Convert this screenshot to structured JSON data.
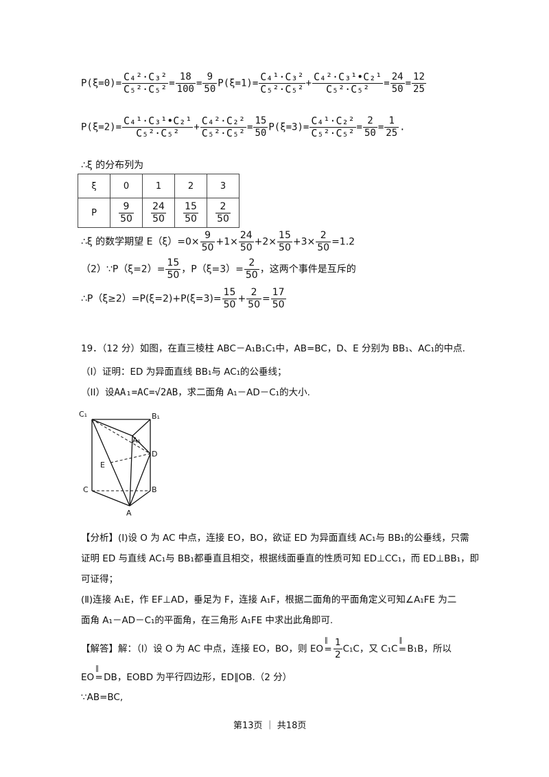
{
  "eq1": {
    "lhs": "P(ξ=0)=",
    "f1": {
      "n": "C₄²·C₃²",
      "d": "C₅²·C₅²"
    },
    "v1": "=",
    "r1": {
      "n": "18",
      "d": "100"
    },
    "v2": "=",
    "r2": {
      "n": "9",
      "d": "50"
    },
    "lhs2": "P(ξ=1)=",
    "f2": {
      "n": "C₄¹·C₃²",
      "d": "C₅²·C₅²"
    },
    "plus": "+",
    "f3": {
      "n": "C₄²·C₃¹•C₂¹",
      "d": "C₅²·C₅²"
    },
    "r3": {
      "n": "24",
      "d": "50"
    },
    "r4": {
      "n": "12",
      "d": "25"
    }
  },
  "eq2": {
    "lhs": "P(ξ=2)=",
    "f1": {
      "n": "C₄¹·C₃¹•C₂¹",
      "d": "C₅²·C₅²"
    },
    "plus": "+",
    "f2": {
      "n": "C₄²·C₂²",
      "d": "C₅²·C₅²"
    },
    "r1": {
      "n": "15",
      "d": "50"
    },
    "lhs2": "P(ξ=3)=",
    "f3": {
      "n": "C₄¹·C₂²",
      "d": "C₅²·C₅²"
    },
    "r2": {
      "n": "2",
      "d": "50"
    },
    "r3": {
      "n": "1",
      "d": "25"
    },
    "end": "."
  },
  "dist_heading": "∴ξ 的分布列为",
  "table": {
    "row1": [
      "ξ",
      "0",
      "1",
      "2",
      "3"
    ],
    "row2_label": "P",
    "row2": [
      {
        "n": "9",
        "d": "50"
      },
      {
        "n": "24",
        "d": "50"
      },
      {
        "n": "15",
        "d": "50"
      },
      {
        "n": "2",
        "d": "50"
      }
    ]
  },
  "expect": {
    "prefix": "∴ξ 的数学期望 E（ξ）=",
    "terms": [
      {
        "c": "0×",
        "n": "9",
        "d": "50"
      },
      {
        "c": "+1×",
        "n": "24",
        "d": "50"
      },
      {
        "c": "+2×",
        "n": "15",
        "d": "50"
      },
      {
        "c": "+3×",
        "n": "2",
        "d": "50"
      }
    ],
    "result": "=1.2"
  },
  "part2": {
    "prefix": "（2）∵P（ξ=2）=",
    "f1": {
      "n": "15",
      "d": "50"
    },
    "mid": "，P（ξ=3）=",
    "f2": {
      "n": "2",
      "d": "50"
    },
    "suffix": "，这两个事件是互斥的"
  },
  "part2b": {
    "prefix": "∴P（ξ≥2）=P(ξ=2)+P(ξ=3)=",
    "f1": {
      "n": "15",
      "d": "50"
    },
    "plus": "+",
    "f2": {
      "n": "2",
      "d": "50"
    },
    "eq": "=",
    "f3": {
      "n": "17",
      "d": "50"
    }
  },
  "q19": {
    "line1": "19．（12 分）如图，在直三棱柱 ABC－A₁B₁C₁中，AB=BC，D、E 分别为 BB₁、AC₁的中点.",
    "line2": "（I）证明：ED 为异面直线 BB₁与 AC₁的公垂线；",
    "line3_a": "（II）设",
    "line3_b": "AA₁=AC=√2AB",
    "line3_c": "，求二面角 A₁－AD－C₁的大小."
  },
  "figure_labels": {
    "C1": "C₁",
    "B1": "B₁",
    "A1": "A₁",
    "D": "D",
    "E": "E",
    "C": "C",
    "B": "B",
    "A": "A"
  },
  "analysis": {
    "l1": "【分析】(Ⅰ)设 O 为 AC 中点，连接 EO，BO，欲证 ED 为异面直线 AC₁与 BB₁的公垂线，只需",
    "l2": "证明 ED 与直线 AC₁与 BB₁都垂直且相交，根据线面垂直的性质可知 ED⊥CC₁，而 ED⊥BB₁，即",
    "l3": "可证得；",
    "l4": "(Ⅱ)连接 A₁E，作 EF⊥AD，垂足为 F，连接 A₁F，根据二面角的平面角定义可知∠A₁FE 为二",
    "l5": "面角 A₁－AD－C₁的平面角，在三角形 A₁FE 中求出此角即可."
  },
  "answer": {
    "l1a": "【解答】解：（Ⅰ）设 O 为 AC 中点，连接 EO，BO，则 EO",
    "l1b": "C₁C，又 C₁C",
    "l1c": "B₁B，所以",
    "half": {
      "n": "1",
      "d": "2"
    },
    "para": "∥",
    "l2a": "EO",
    "l2b": "DB，EOBD 为平行四边形，ED∥OB.（2 分）",
    "l3": "∵AB=BC,"
  },
  "footer": "第13页 ｜ 共18页"
}
